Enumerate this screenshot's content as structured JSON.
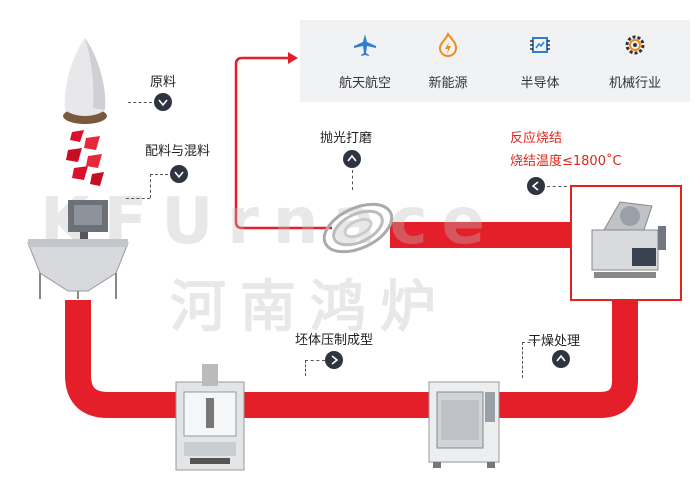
{
  "applications": [
    {
      "label": "航天航空",
      "icon": "airplane-icon"
    },
    {
      "label": "新能源",
      "icon": "flame-icon"
    },
    {
      "label": "半导体",
      "icon": "chip-icon"
    },
    {
      "label": "机械行业",
      "icon": "gear-icon"
    }
  ],
  "steps": {
    "raw_material": "原料",
    "mixing": "配料与混料",
    "polishing": "抛光打磨",
    "sintering": "反应烧结",
    "sintering_temp": "烧结温度≤1800˚C",
    "pressing": "坯体压制成型",
    "drying": "干燥处理"
  },
  "watermark": {
    "latin": "KFUrnace",
    "chinese": "河南鸿炉"
  },
  "colors": {
    "flow_red": "#e41f2a",
    "accent_red": "#e1251b",
    "marker_dark": "#2f3540",
    "panel_gray": "#f1f2f4",
    "icon_blue": "#2f7fcf",
    "icon_orange": "#f08a1c"
  }
}
